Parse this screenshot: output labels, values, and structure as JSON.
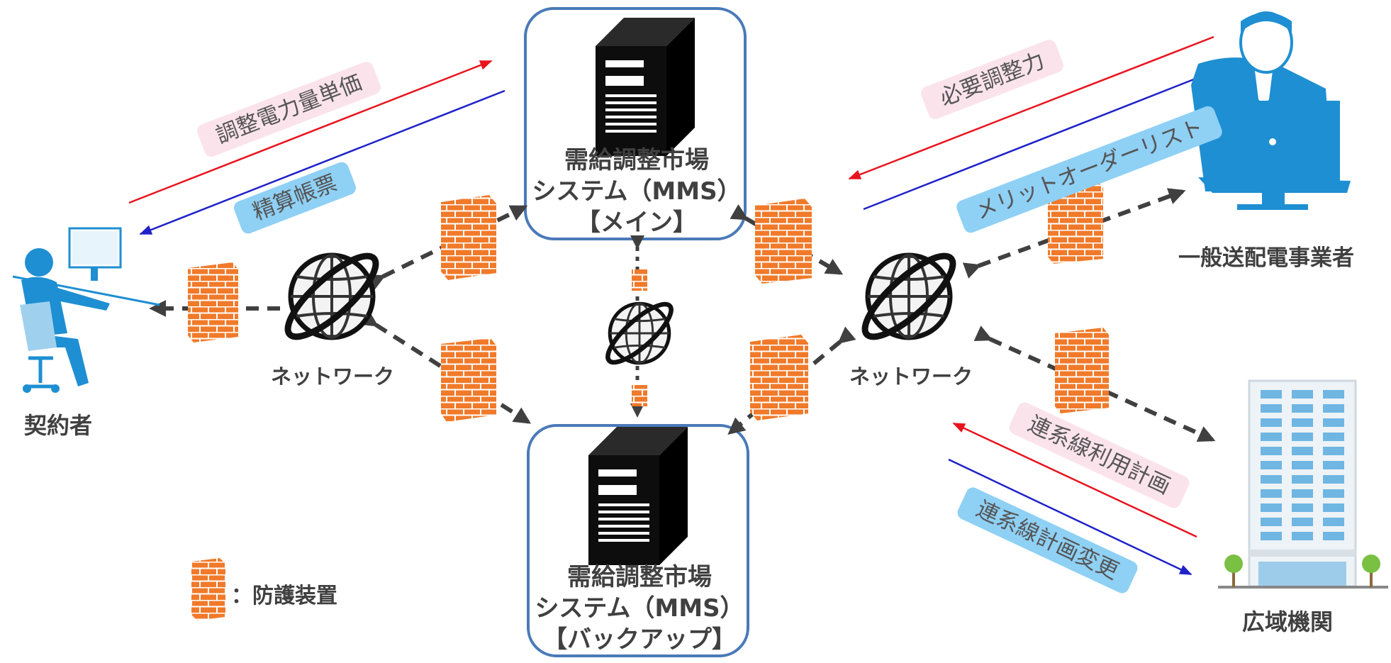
{
  "nodes": {
    "main_server": {
      "line1": "需給調整市場",
      "line2": "システム（MMS）",
      "line3": "【メイン】"
    },
    "backup_server": {
      "line1": "需給調整市場",
      "line2": "システム（MMS）",
      "line3": "【バックアップ】"
    },
    "contractor": "契約者",
    "tso": "一般送配電事業者",
    "occto": "広域機関",
    "network_left": "ネットワーク",
    "network_right": "ネットワーク"
  },
  "flows": {
    "unit_price": "調整電力量単価",
    "settlement": "精算帳票",
    "required_capacity": "必要調整力",
    "merit_order": "メリットオーダーリスト",
    "interconnection_plan": "連系線利用計画",
    "interconnection_change": "連系線計画変更"
  },
  "legend": {
    "label": "：防護装置"
  },
  "colors": {
    "send": "#e8141e",
    "receive": "#1f22c8",
    "box_border": "#4a7ab8",
    "firewall": "#f07a2a",
    "person": "#1e8fd2",
    "dash": "#404040"
  }
}
